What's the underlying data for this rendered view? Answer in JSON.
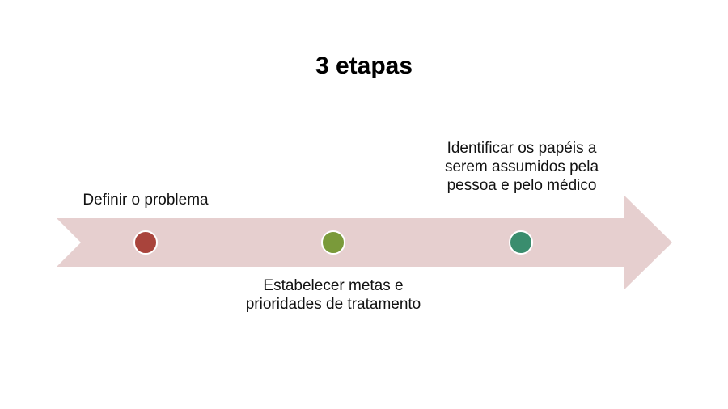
{
  "title": "3 etapas",
  "colors": {
    "arrow_fill": "#e6cfcf",
    "step_1": "#a9443c",
    "step_2": "#7a9a3a",
    "step_3": "#3a8d6e"
  },
  "steps": [
    {
      "label": "Definir o problema",
      "color": "#a9443c"
    },
    {
      "label": "Estabelecer metas e prioridades de tratamento",
      "color": "#7a9a3a"
    },
    {
      "label": "Identificar os papéis a serem assumidos pela pessoa e pelo médico",
      "color": "#3a8d6e"
    }
  ]
}
